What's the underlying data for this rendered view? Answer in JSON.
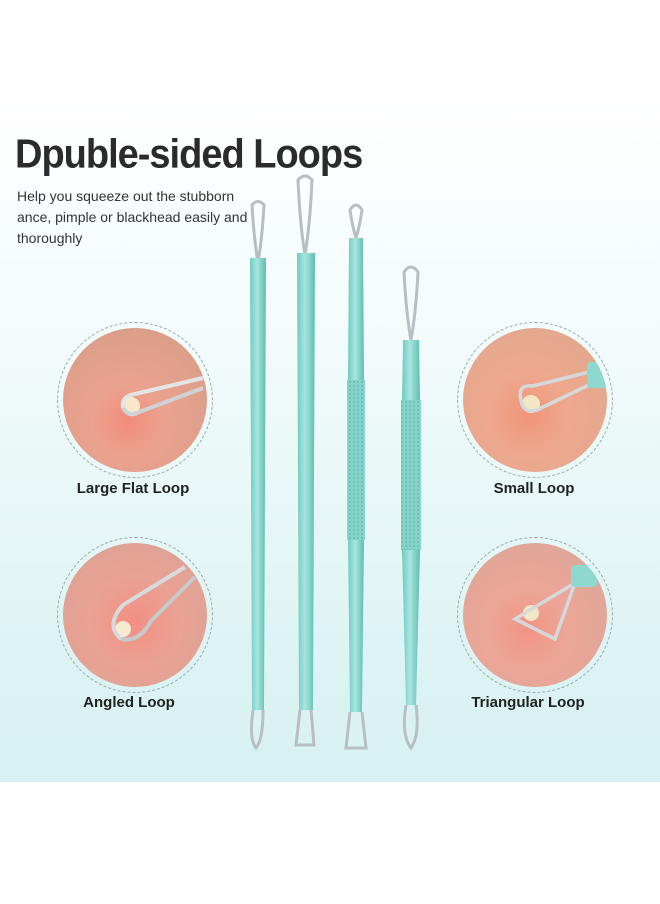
{
  "heading": {
    "title": "Dpuble-sided Loops",
    "subtitle": "Help you squeeze out the stubborn ance, pimple or blackhead easily and thoroughly"
  },
  "loops": [
    {
      "label": "Large Flat Loop"
    },
    {
      "label": "Small Loop"
    },
    {
      "label": "Angled Loop"
    },
    {
      "label": "Triangular Loop"
    }
  ],
  "colors": {
    "tool": "#8ed8d0",
    "tool_dark": "#5fbcb3",
    "metal": "#c8ccd0",
    "skin": "#e59a86"
  }
}
